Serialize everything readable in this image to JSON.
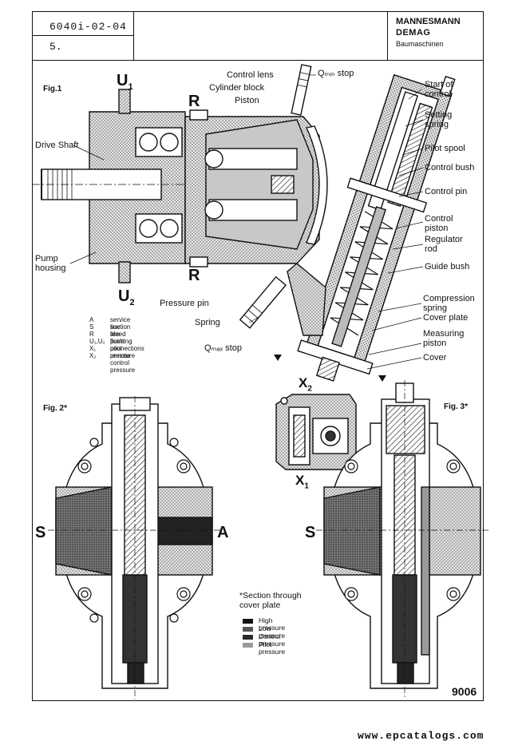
{
  "header": {
    "doc_number": "6040i-02-04",
    "sheet_number": "5.",
    "brand_line1": "MANNESMANN",
    "brand_line2": "DEMAG",
    "brand_division": "Baumaschinen"
  },
  "fig1": {
    "title": "Fig.1",
    "port_u1": "U",
    "port_u1_sub": "1",
    "port_u2": "U",
    "port_u2_sub": "2",
    "port_r_top": "R",
    "port_r_bottom": "R",
    "labels": {
      "control_lens": "Control lens",
      "cylinder_block": "Cylinder block",
      "piston": "Piston",
      "qmin_stop": "Qₘᵢₙ stop",
      "start_of_control": "Start of\ncontrol",
      "setting_spring": "Setting\nspring",
      "pilot_spool": "Pilot spool",
      "control_bush": "Control bush",
      "control_pin": "Control pin",
      "control_piston": "Control\npiston",
      "regulator_rod": "Regulator\nrod",
      "guide_bush": "Guide bush",
      "compression_spring": "Compression\nspring",
      "cover_plate": "Cover plate",
      "measuring_piston": "Measuring\npiston",
      "cover": "Cover",
      "drive_shaft": "Drive Shaft",
      "pump_housing": "Pump\nhousing",
      "pressure_pin": "Pressure pin",
      "spring": "Spring",
      "qmax_stop": "Qₘₐₓ stop"
    },
    "key": [
      {
        "code": "A",
        "text": "service line"
      },
      {
        "code": "S",
        "text": "suction line"
      },
      {
        "code": "R",
        "text": "bleed point"
      },
      {
        "code": "U₁,U₂",
        "text": "flushing connections"
      },
      {
        "code": "X₁",
        "text": "pilot pressure"
      },
      {
        "code": "X₂",
        "text": "remote control pressure"
      }
    ]
  },
  "fig2": {
    "title": "Fig. 2*",
    "port_s": "S",
    "port_a": "A"
  },
  "fig3": {
    "title": "Fig. 3*",
    "port_s": "S"
  },
  "cover_plate_detail": {
    "port_x2": "X",
    "port_x2_sub": "2",
    "port_x1": "X",
    "port_x1_sub": "1"
  },
  "section_note": "*Section through\ncover plate",
  "pressure_legend": [
    {
      "label": "High pressure",
      "fill": "#111111"
    },
    {
      "label": "Low pressure",
      "fill": "#555555"
    },
    {
      "label": "Control pressure",
      "fill": "#2a2a2a"
    },
    {
      "label": "Pilot pressure",
      "fill": "#9a9a9a"
    }
  ],
  "drawing_number": "9006",
  "watermark": "www.epcatalogs.com"
}
